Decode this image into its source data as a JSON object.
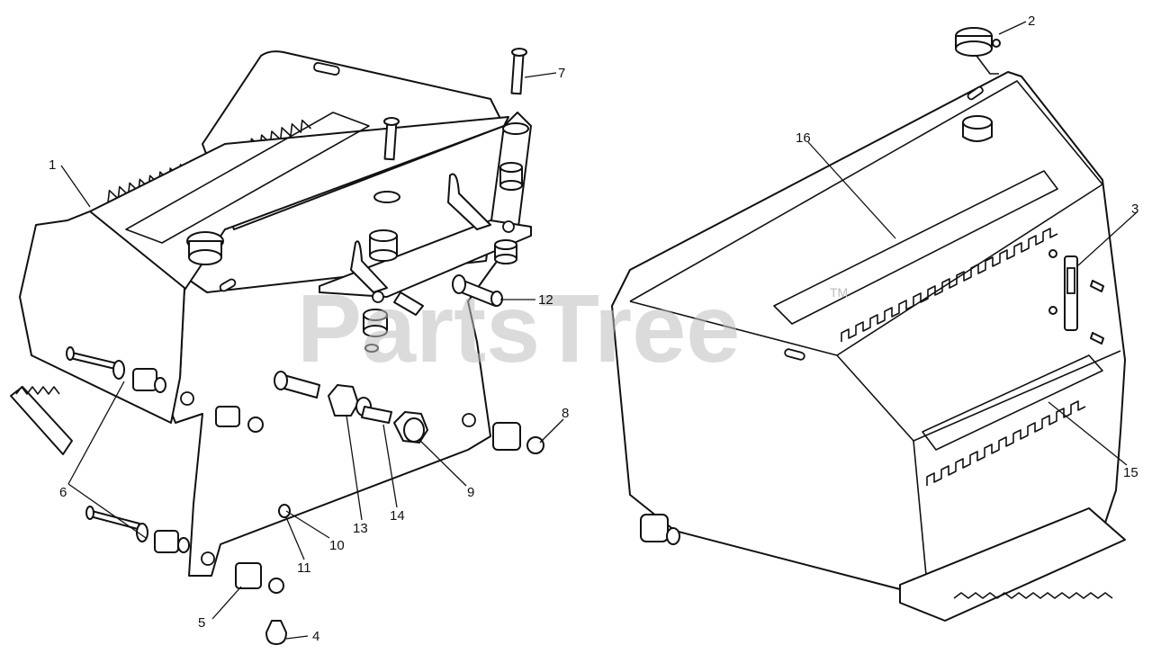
{
  "watermark": {
    "text": "PartsTree",
    "trademark": "TM"
  },
  "callouts": [
    "1",
    "2",
    "3",
    "4",
    "5",
    "6",
    "7",
    "8",
    "9",
    "10",
    "11",
    "12",
    "13",
    "14",
    "15",
    "16"
  ]
}
